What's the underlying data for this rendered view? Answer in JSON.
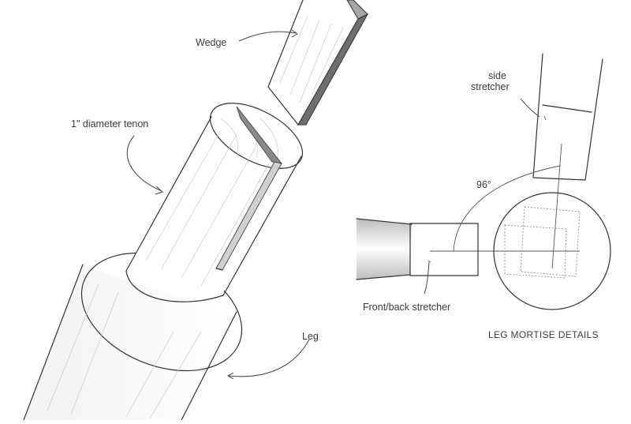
{
  "labels": {
    "wedge": "Wedge",
    "tenon": "1\" diameter tenon",
    "leg": "Leg",
    "side_stretcher_line1": "side",
    "side_stretcher_line2": "stretcher",
    "angle": "96°",
    "front_back_stretcher": "Front/back stretcher",
    "caption": "LEG MORTISE DETAILS"
  },
  "colors": {
    "ink": "#333333",
    "shade": "#c9c9c9",
    "wedge_edge": "#6e6e6e"
  }
}
